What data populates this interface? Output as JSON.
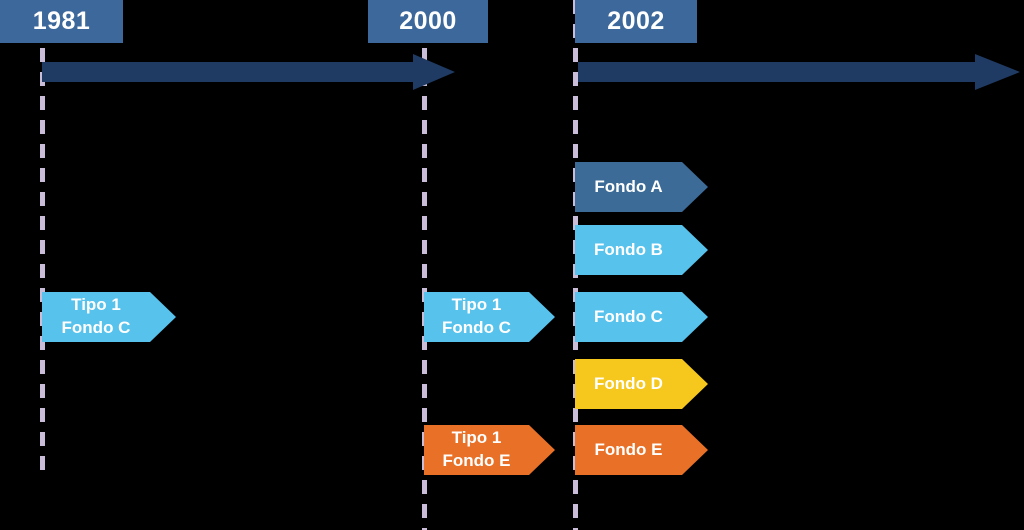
{
  "years": {
    "y1981": "1981",
    "y2000": "2000",
    "y2002": "2002"
  },
  "pennants": {
    "tipo1_fondo_c_1981": {
      "line1": "Tipo 1",
      "line2": "Fondo C",
      "color": "#57C2EC"
    },
    "tipo1_fondo_c_2000": {
      "line1": "Tipo 1",
      "line2": "Fondo C",
      "color": "#57C2EC"
    },
    "tipo1_fondo_e_2000": {
      "line1": "Tipo 1",
      "line2": "Fondo E",
      "color": "#E87127"
    },
    "fondo_a_2002": {
      "label": "Fondo A",
      "color": "#3D6B97"
    },
    "fondo_b_2002": {
      "label": "Fondo B",
      "color": "#57C2EC"
    },
    "fondo_c_2002": {
      "label": "Fondo C",
      "color": "#57C2EC"
    },
    "fondo_d_2002": {
      "label": "Fondo D",
      "color": "#F6C81D"
    },
    "fondo_e_2002": {
      "label": "Fondo E",
      "color": "#E87127"
    }
  },
  "colors": {
    "background": "#000000",
    "year_box": "#3C689B",
    "timeline_arrow": "#1F3A63",
    "dashed_line": "#C9BDD9",
    "label_text": "#FFFFFF"
  }
}
